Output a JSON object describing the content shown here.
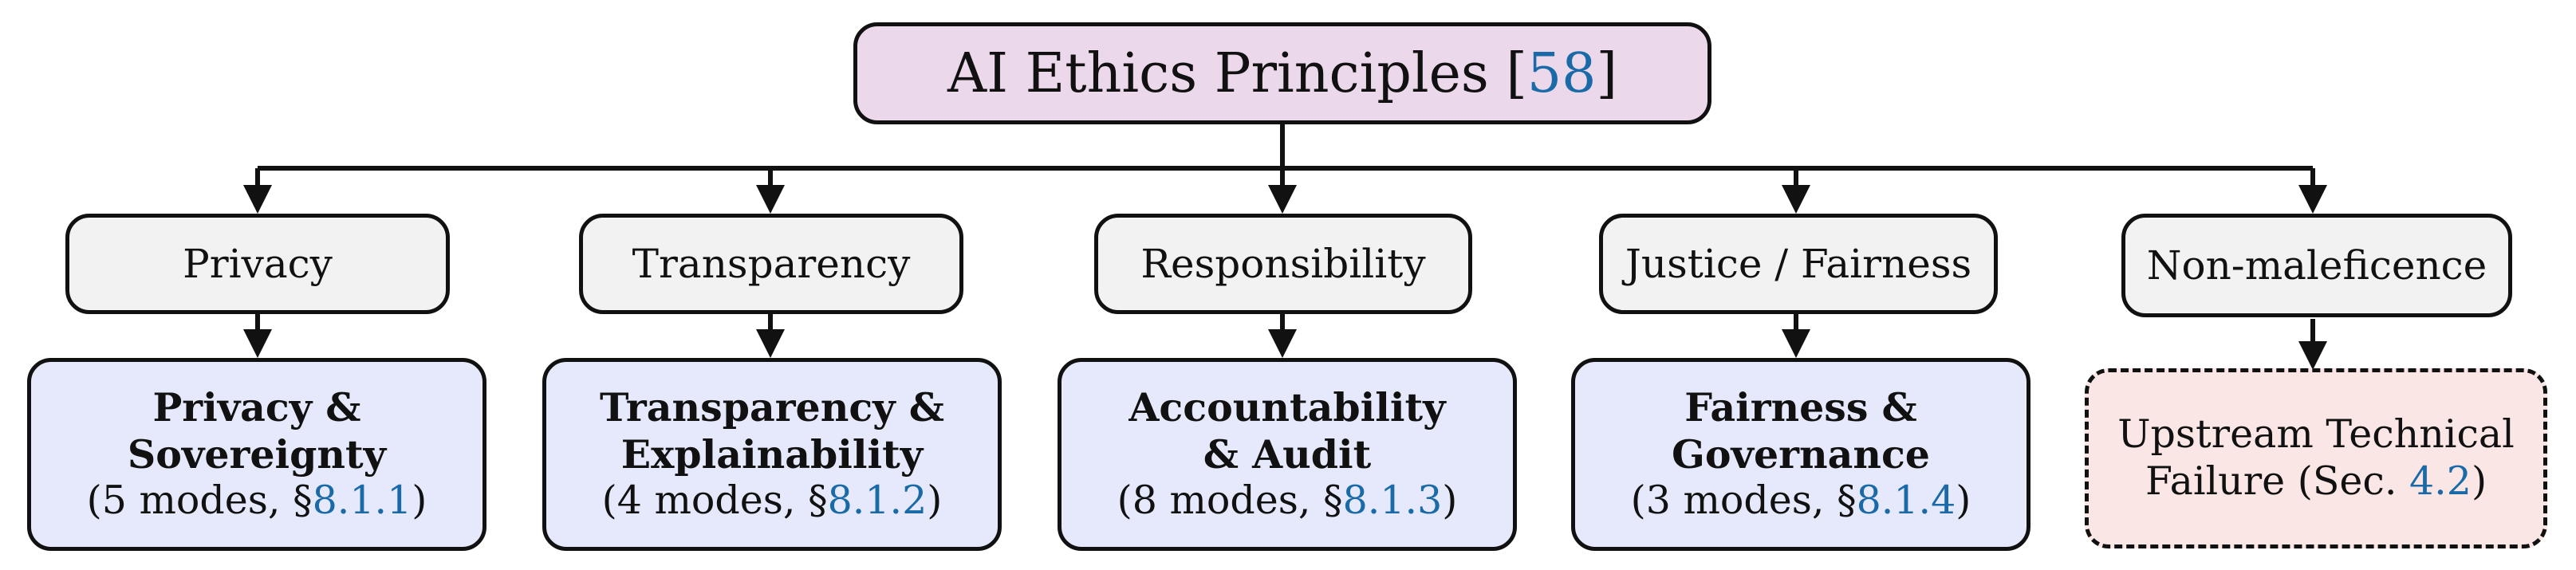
{
  "root": {
    "label": "AI Ethics Principles [",
    "ref": "58",
    "close": "]"
  },
  "principles": [
    {
      "label": "Privacy"
    },
    {
      "label": "Transparency"
    },
    {
      "label": "Responsibility"
    },
    {
      "label": "Justice / Fairness"
    },
    {
      "label": "Non-maleficence"
    }
  ],
  "modes": [
    {
      "title_line1": "Privacy &",
      "title_line2": "Sovereignty",
      "detail_prefix": "(5 modes, §",
      "detail_ref": "8.1.1",
      "detail_suffix": ")"
    },
    {
      "title_line1": "Transparency &",
      "title_line2": "Explainability",
      "detail_prefix": "(4 modes, §",
      "detail_ref": "8.1.2",
      "detail_suffix": ")"
    },
    {
      "title_line1": "Accountability",
      "title_line2": "& Audit",
      "detail_prefix": "(8 modes, §",
      "detail_ref": "8.1.3",
      "detail_suffix": ")"
    },
    {
      "title_line1": "Fairness &",
      "title_line2": "Governance",
      "detail_prefix": "(3 modes, §",
      "detail_ref": "8.1.4",
      "detail_suffix": ")"
    }
  ],
  "upstream": {
    "line1": "Upstream Technical",
    "line2_prefix": "Failure (Sec. ",
    "line2_ref": "4.2",
    "line2_suffix": ")"
  },
  "colors": {
    "root_fill": "#ecd8eb",
    "principle_fill": "#f2f2f2",
    "mode_fill": "#e5e9fb",
    "upstream_fill": "#fbe6e6",
    "reference_link": "#1a6aa8",
    "stroke": "#111111"
  }
}
